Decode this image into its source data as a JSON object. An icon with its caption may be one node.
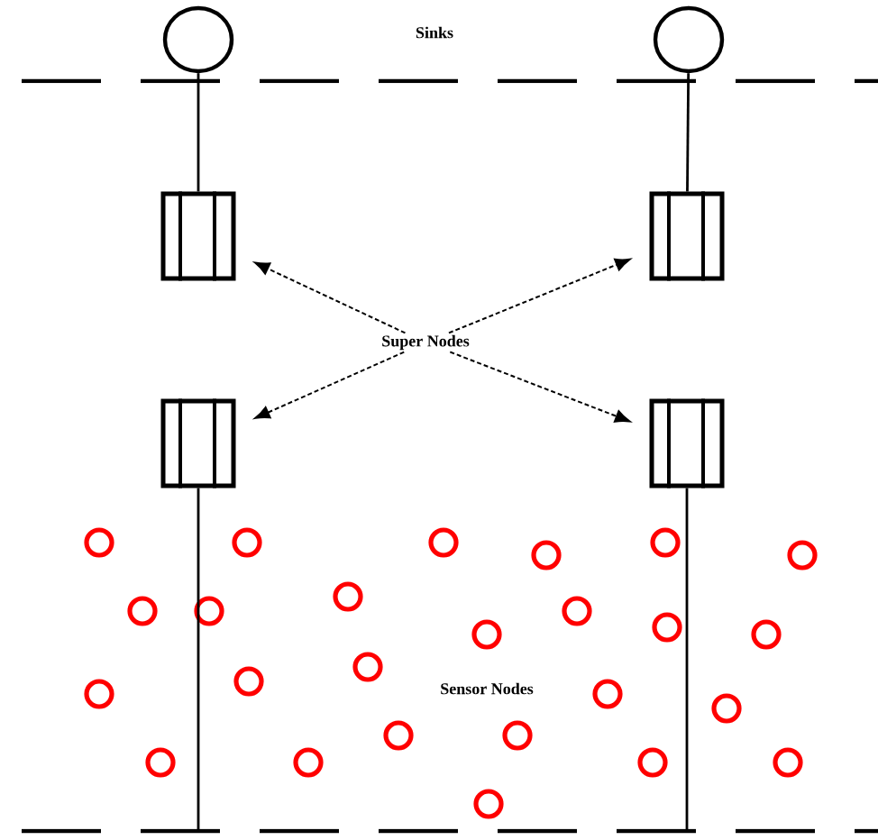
{
  "diagram": {
    "nodes": [
      {
        "text": [],
        "shape": "circle"
      },
      {
        "text": [],
        "shape": "circle"
      },
      {
        "text": [],
        "shape": "box"
      },
      {
        "text": [],
        "shape": "box"
      },
      {
        "text": [
          "Super Nodes"
        ]
      },
      {
        "text": [],
        "shape": "box"
      },
      {
        "text": [],
        "shape": "box"
      },
      {
        "text": [],
        "shape": "circle"
      },
      {
        "text": [],
        "shape": "circle"
      },
      {
        "text": [],
        "shape": "circle"
      },
      {
        "text": [],
        "shape": "circle"
      },
      {
        "text": [],
        "shape": "circle"
      },
      {
        "text": [],
        "shape": "circle"
      },
      {
        "text": [],
        "shape": "circle"
      },
      {
        "text": [],
        "shape": "circle"
      },
      {
        "text": [],
        "shape": "circle"
      },
      {
        "text": [],
        "shape": "circle"
      },
      {
        "text": [],
        "shape": "circle"
      },
      {
        "text": [],
        "shape": "circle"
      },
      {
        "text": [],
        "shape": "circle"
      },
      {
        "text": [],
        "shape": "circle"
      },
      {
        "text": [],
        "shape": "circle"
      },
      {
        "text": [],
        "shape": "circle"
      },
      {
        "text": [],
        "shape": "circle"
      },
      {
        "text": [],
        "shape": "circle"
      },
      {
        "text": [],
        "shape": "circle"
      },
      {
        "text": [],
        "shape": "circle"
      },
      {
        "text": [],
        "shape": "circle"
      },
      {
        "text": [],
        "shape": "circle"
      },
      {
        "text": [],
        "shape": "circle"
      },
      {
        "text": [],
        "shape": "circle"
      },
      {
        "text": [],
        "shape": "circle"
      }
    ],
    "edges": [
      {
        "from": 0,
        "to": 2,
        "arrow": "none"
      },
      {
        "from": 1,
        "to": 3,
        "arrow": "none"
      },
      {
        "from": 4,
        "to": 2,
        "arrow": "to",
        "style": "dashed"
      },
      {
        "from": 4,
        "to": 3,
        "arrow": "to",
        "style": "dashed"
      },
      {
        "from": 4,
        "to": 5,
        "arrow": "to",
        "style": "dashed"
      },
      {
        "from": 4,
        "to": 6,
        "arrow": "to",
        "style": "dashed"
      },
      {
        "from": 5,
        "to": null,
        "arrow": "none"
      },
      {
        "from": 6,
        "to": null,
        "arrow": "none"
      }
    ],
    "labels": [
      "Sinks",
      "Sensor Nodes"
    ]
  }
}
